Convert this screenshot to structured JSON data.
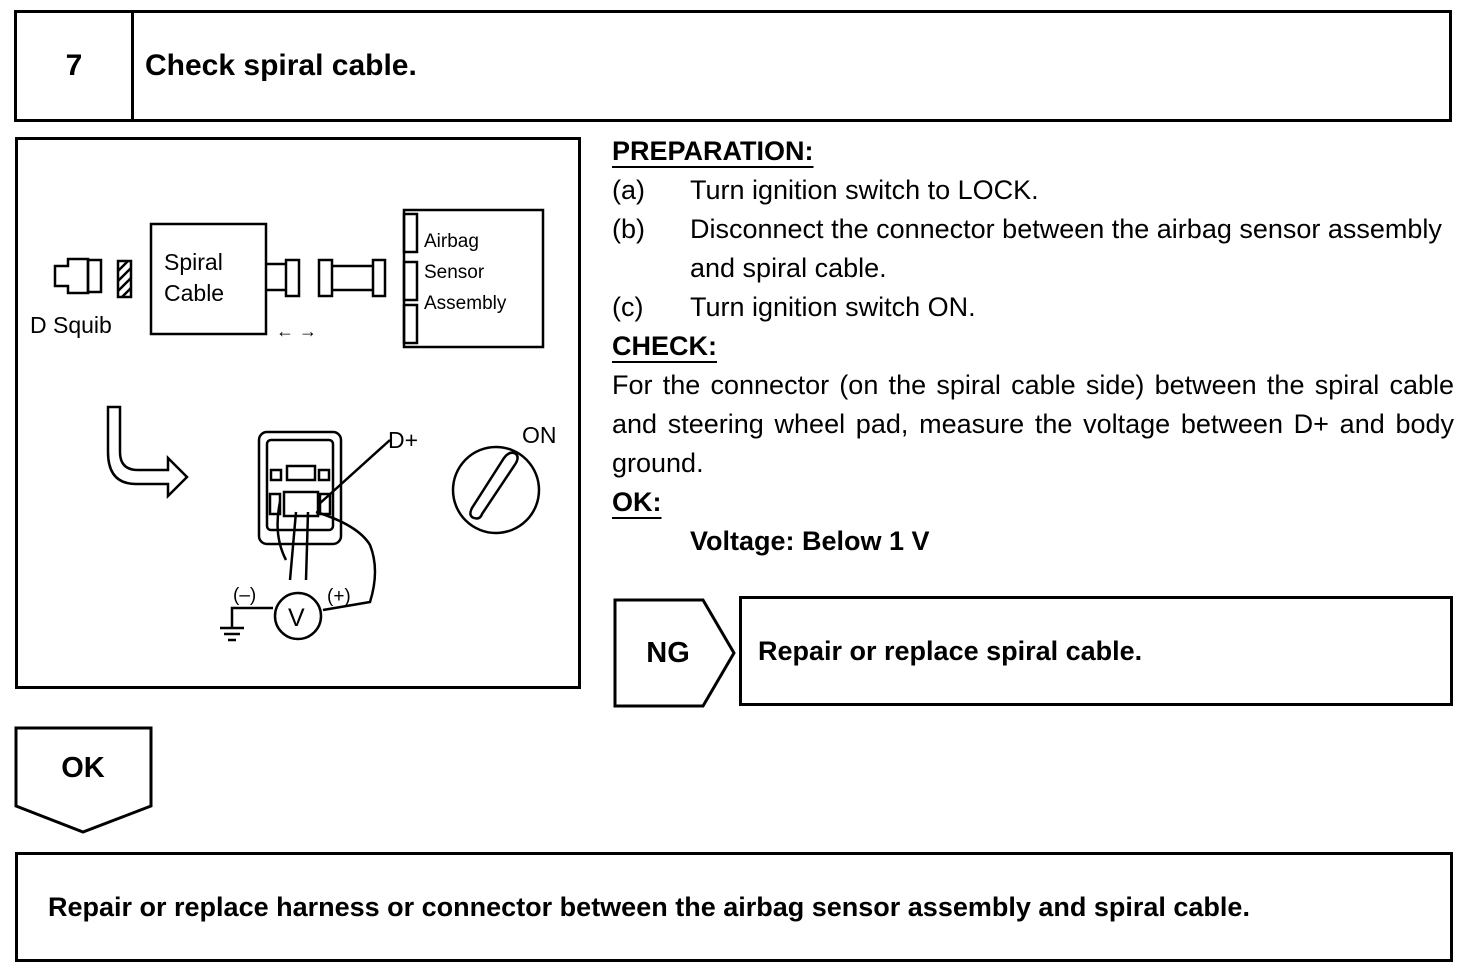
{
  "step": {
    "number": "7",
    "title": "Check spiral cable."
  },
  "figure": {
    "d_squib": "D Squib",
    "spiral_line1": "Spiral",
    "spiral_line2": "Cable",
    "sensor_line1": "Airbag",
    "sensor_line2": "Sensor",
    "sensor_line3": "Assembly",
    "disconnect_arrows": "← →",
    "terminal": "D+",
    "on": "ON",
    "minus": "(–)",
    "plus": "(+)",
    "voltmeter": "V"
  },
  "preparation": {
    "heading": "PREPARATION:",
    "items": [
      {
        "label": "(a)",
        "text": "Turn ignition switch to LOCK."
      },
      {
        "label": "(b)",
        "text": "Disconnect the connector between the airbag sensor assembly and spiral cable."
      },
      {
        "label": "(c)",
        "text": "Turn ignition switch ON."
      }
    ]
  },
  "check": {
    "heading": "CHECK:",
    "text": "For the connector (on the spiral cable side) between the spiral cable and steering wheel pad, measure the voltage between D+ and body ground."
  },
  "ok_spec": {
    "heading": "OK:",
    "value": "Voltage: Below 1 V"
  },
  "ng": {
    "label": "NG",
    "action": "Repair or replace spiral cable."
  },
  "ok": {
    "label": "OK",
    "action": "Repair or replace harness or connector between the airbag sensor assembly and spiral cable."
  }
}
